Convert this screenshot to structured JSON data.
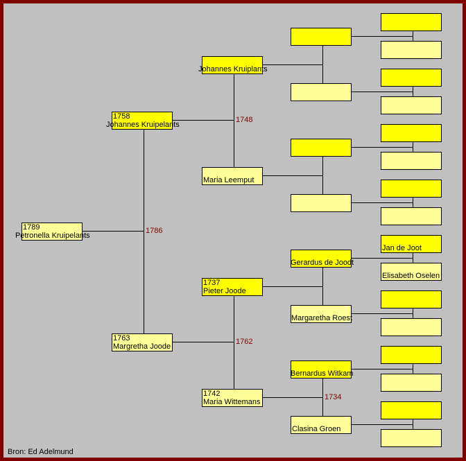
{
  "colors": {
    "male": "#ffff00",
    "female": "#ffff99",
    "frame": "#800000",
    "background": "#c0c0c0",
    "marriage_year": "#800000"
  },
  "persons": [
    {
      "year": "1789",
      "name": "Petronella Kruipelants"
    },
    {
      "year": "1758",
      "name": "Johannes Kruipelants"
    },
    {
      "year": "1763",
      "name": "Margretha Joode"
    },
    {
      "year": "",
      "name": "Johannes Kruiplants"
    },
    {
      "year": "",
      "name": "Maria Leemput"
    },
    {
      "year": "1737",
      "name": "Pieter Joode"
    },
    {
      "year": "1742",
      "name": "Maria Wittemans"
    },
    {
      "year": "",
      "name": ""
    },
    {
      "year": "",
      "name": ""
    },
    {
      "year": "",
      "name": ""
    },
    {
      "year": "",
      "name": ""
    },
    {
      "year": "",
      "name": "Gerardus de Joodt"
    },
    {
      "year": "",
      "name": "Margaretha Roest"
    },
    {
      "year": "",
      "name": "Bernardus Witkam"
    },
    {
      "year": "",
      "name": "Clasina Groen"
    },
    {
      "year": "",
      "name": ""
    },
    {
      "year": "",
      "name": ""
    },
    {
      "year": "",
      "name": ""
    },
    {
      "year": "",
      "name": ""
    },
    {
      "year": "",
      "name": ""
    },
    {
      "year": "",
      "name": ""
    },
    {
      "year": "",
      "name": ""
    },
    {
      "year": "",
      "name": ""
    },
    {
      "year": "",
      "name": "Jan de Joot"
    },
    {
      "year": "",
      "name": "Elisabeth Oselen"
    },
    {
      "year": "",
      "name": ""
    },
    {
      "year": "",
      "name": ""
    },
    {
      "year": "",
      "name": ""
    },
    {
      "year": "",
      "name": ""
    },
    {
      "year": "",
      "name": ""
    },
    {
      "year": "",
      "name": ""
    }
  ],
  "marriages": {
    "1": "1786",
    "2": "1748",
    "3": "1762",
    "7": "1734"
  },
  "source": "Bron: Ed Adelmund"
}
